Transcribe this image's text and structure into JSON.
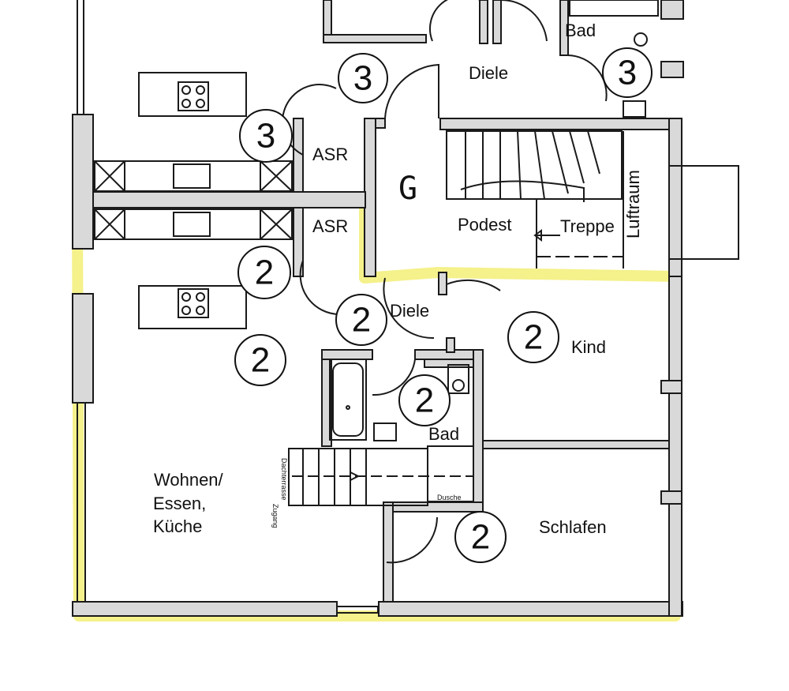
{
  "rooms": {
    "diele_top": "Diele",
    "bad_top": "Bad",
    "asr_top": "ASR",
    "asr_bottom": "ASR",
    "podest": "Podest",
    "treppe": "Treppe",
    "luftraum": "Luftraum",
    "diele_bottom": "Diele",
    "kind": "Kind",
    "bad_bottom": "Bad",
    "wohnen_1": "Wohnen/",
    "wohnen_2": "Essen,",
    "wohnen_3": "Küche",
    "schlafen": "Schlafen",
    "dusche": "Dusche",
    "zugang_1": "Zugang",
    "zugang_2": "Dachterrasse",
    "stair_letter": "G"
  },
  "unit_markers": {
    "unit3_a": "3",
    "unit3_b": "3",
    "unit3_c": "3",
    "unit2_a": "2",
    "unit2_b": "2",
    "unit2_c": "2",
    "unit2_d": "2",
    "unit2_e": "2",
    "unit2_f": "2"
  },
  "colors": {
    "highlight": "#f3ee77",
    "wall_fill": "#d9d9d9",
    "line": "#1a1a1a"
  }
}
